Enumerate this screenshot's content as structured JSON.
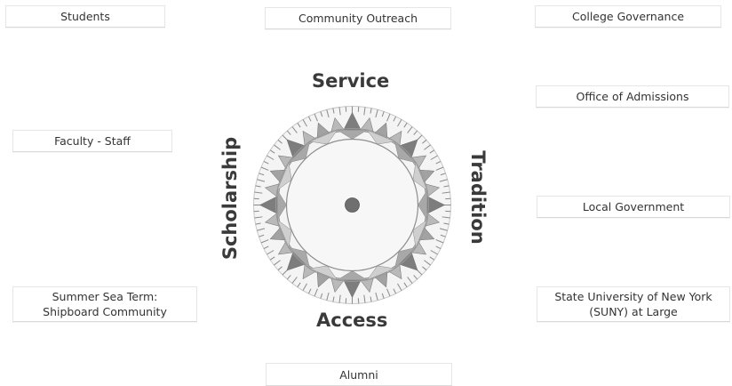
{
  "stakeholders": {
    "students": "Students",
    "community_outreach": "Community Outreach",
    "college_governance": "College Governance",
    "office_of_admissions": "Office of Admissions",
    "faculty_staff": "Faculty - Staff",
    "local_government": "Local Government",
    "summer_sea_term_line1": "Summer Sea Term:",
    "summer_sea_term_line2": "Shipboard Community",
    "suny_line1": "State University of New York",
    "suny_line2": "(SUNY) at Large",
    "alumni": "Alumni"
  },
  "values": {
    "top": "Service",
    "bottom": "Access",
    "left": "Scholarship",
    "right": "Tradition"
  },
  "colors": {
    "text": "#333333",
    "value_text": "#3a3a3a",
    "compass_dark": "#7d7d7d",
    "compass_mid": "#b9b9b9",
    "compass_light": "#e3e3e3",
    "compass_center": "#6f6f6f"
  }
}
